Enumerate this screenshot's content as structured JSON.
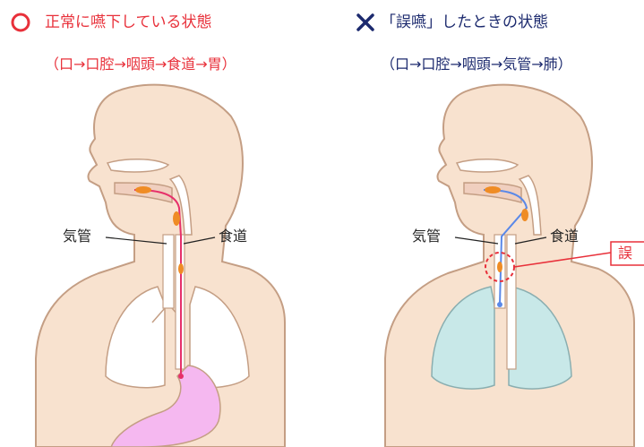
{
  "left_panel": {
    "mark": "○",
    "title": "正常に嚥下している状態",
    "path": "（口→口腔→咽頭→食道→胃）",
    "label_trachea": "気管",
    "label_esophagus": "食道"
  },
  "right_panel": {
    "mark": "✕",
    "title": "「誤嚥」したときの状態",
    "path": "（口→口腔→咽頭→気管→肺）",
    "label_trachea": "気管",
    "label_esophagus": "食道",
    "callout": "誤"
  },
  "colors": {
    "ok_red": "#e8303a",
    "ng_navy": "#1c2a6e",
    "skin": "#f8e2cf",
    "skin_line": "#c49e84",
    "lung_normal": "#ffffff",
    "lung_aspiration": "#c8e8e8",
    "stomach": "#f5b8f0",
    "food": "#ef8c25",
    "normal_path": "#e6306a",
    "aspiration_path": "#5a88e8"
  }
}
